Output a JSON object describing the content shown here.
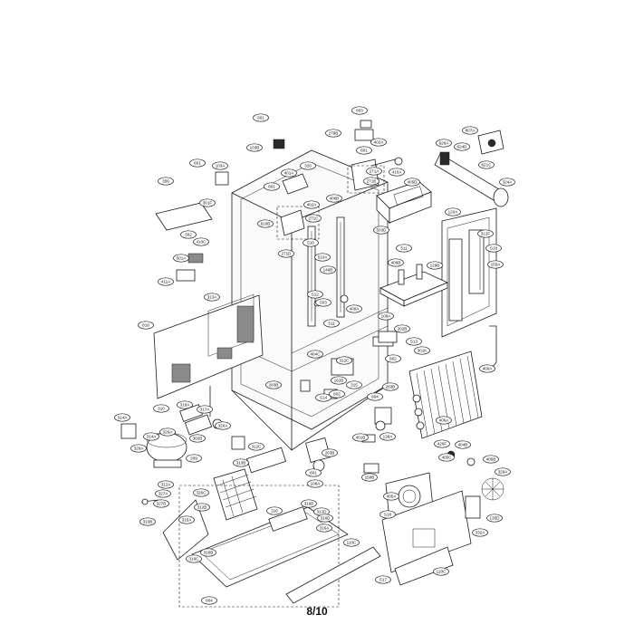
{
  "page_number": "8/10",
  "callouts": [
    {
      "label": "801"
    },
    {
      "label": "103B"
    },
    {
      "label": "803"
    },
    {
      "label": "279B"
    },
    {
      "label": "402A"
    },
    {
      "label": "801"
    },
    {
      "label": "807A"
    },
    {
      "label": "626A"
    },
    {
      "label": "624D"
    },
    {
      "label": "621C"
    },
    {
      "label": "324A"
    },
    {
      "label": "320"
    },
    {
      "label": "401A"
    },
    {
      "label": "271A"
    },
    {
      "label": "410A"
    },
    {
      "label": "271B"
    },
    {
      "label": "405D"
    },
    {
      "label": "801"
    },
    {
      "label": "103A"
    },
    {
      "label": "359"
    },
    {
      "label": "801"
    },
    {
      "label": "301F"
    },
    {
      "label": "302"
    },
    {
      "label": "410C"
    },
    {
      "label": "610B"
    },
    {
      "label": "271C"
    },
    {
      "label": "406B"
    },
    {
      "label": "402A"
    },
    {
      "label": "271D"
    },
    {
      "label": "510"
    },
    {
      "label": "510A"
    },
    {
      "label": "503D"
    },
    {
      "label": "511"
    },
    {
      "label": "120A"
    },
    {
      "label": "312F"
    },
    {
      "label": "S18"
    },
    {
      "label": "155A"
    },
    {
      "label": "129B"
    },
    {
      "label": "501A"
    },
    {
      "label": "411A"
    },
    {
      "label": "149B"
    },
    {
      "label": "406B"
    },
    {
      "label": "313A"
    },
    {
      "label": "512"
    },
    {
      "label": "503"
    },
    {
      "label": "400A"
    },
    {
      "label": "108A"
    },
    {
      "label": "818"
    },
    {
      "label": "511"
    },
    {
      "label": "202B"
    },
    {
      "label": "S13"
    },
    {
      "label": "301K"
    },
    {
      "label": "802"
    },
    {
      "label": "404C"
    },
    {
      "label": "312C"
    },
    {
      "label": "400A"
    },
    {
      "label": "162B"
    },
    {
      "label": "S14"
    },
    {
      "label": "802"
    },
    {
      "label": "283B"
    },
    {
      "label": "310"
    },
    {
      "label": "318A"
    },
    {
      "label": "317A"
    },
    {
      "label": "314A"
    },
    {
      "label": "326A"
    },
    {
      "label": "315"
    },
    {
      "label": "283B"
    },
    {
      "label": "804"
    },
    {
      "label": "406A"
    },
    {
      "label": "320A"
    },
    {
      "label": "313B"
    },
    {
      "label": "314A"
    },
    {
      "label": "326A"
    },
    {
      "label": "302B"
    },
    {
      "label": "312C"
    },
    {
      "label": "209"
    },
    {
      "label": "106A"
    },
    {
      "label": "401B"
    },
    {
      "label": "136A"
    },
    {
      "label": "263B"
    },
    {
      "label": "312A"
    },
    {
      "label": "327A"
    },
    {
      "label": "326C"
    },
    {
      "label": "327B"
    },
    {
      "label": "312B"
    },
    {
      "label": "315A"
    },
    {
      "label": "310B"
    },
    {
      "label": "316"
    },
    {
      "label": "312D"
    },
    {
      "label": "801"
    },
    {
      "label": "158B"
    },
    {
      "label": "426F"
    },
    {
      "label": "404B"
    },
    {
      "label": "405C"
    },
    {
      "label": "405B"
    },
    {
      "label": "329A"
    },
    {
      "label": "405A"
    },
    {
      "label": "S18"
    },
    {
      "label": "135D"
    },
    {
      "label": "316B"
    },
    {
      "label": "316D"
    },
    {
      "label": "316A"
    },
    {
      "label": "316B"
    },
    {
      "label": "316C"
    },
    {
      "label": "332A"
    },
    {
      "label": "S17"
    },
    {
      "label": "110C"
    },
    {
      "label": "804"
    },
    {
      "label": "110C"
    }
  ]
}
